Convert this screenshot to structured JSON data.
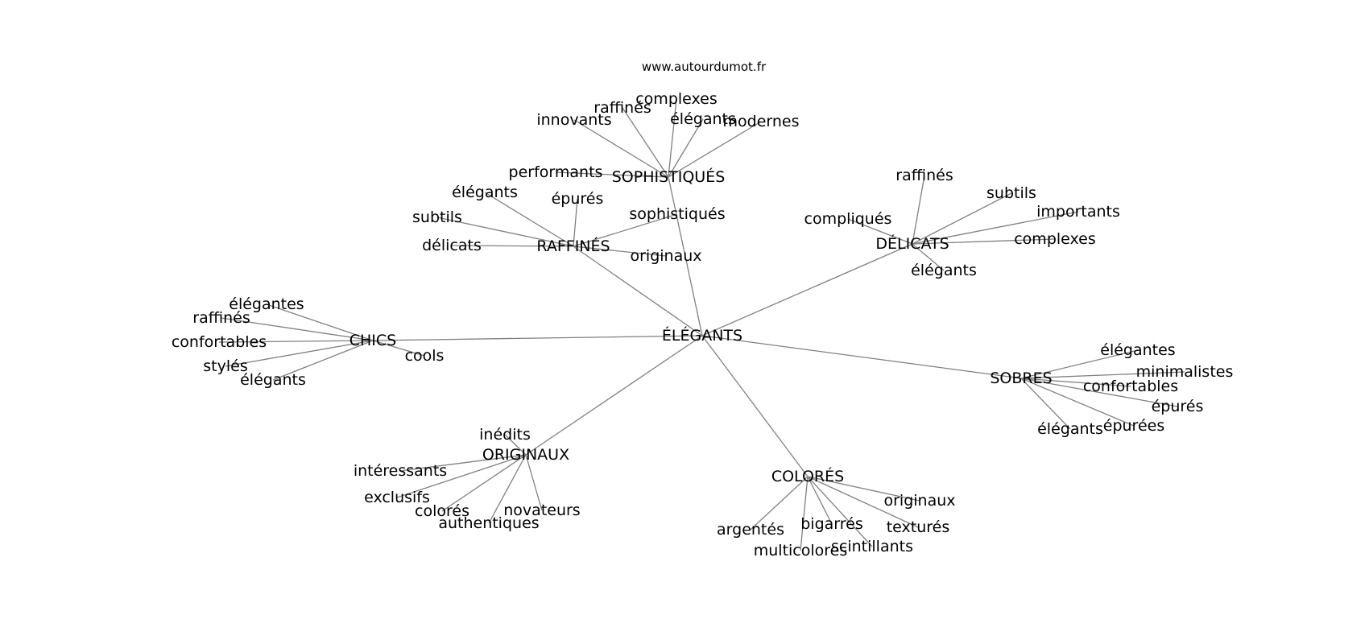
{
  "source_label": "www.autourdumot.fr",
  "center": {
    "id": "center",
    "label": "ÉLÉGANTS"
  },
  "hubs": [
    {
      "id": "sophistiques",
      "label": "SOPHISTIQUÉS",
      "leaves": [
        "complexes",
        "raffinés",
        "élégants",
        "innovants",
        "modernes",
        "performants"
      ]
    },
    {
      "id": "raffines",
      "label": "RAFFINÉS",
      "leaves": [
        "élégants",
        "épurés",
        "subtils",
        "sophistiqués",
        "délicats",
        "originaux"
      ]
    },
    {
      "id": "delicats",
      "label": "DÉLICATS",
      "leaves": [
        "raffinés",
        "subtils",
        "importants",
        "compliqués",
        "complexes",
        "élégants"
      ]
    },
    {
      "id": "chics",
      "label": "CHICS",
      "leaves": [
        "élégantes",
        "raffinés",
        "confortables",
        "cools",
        "stylés",
        "élégants"
      ]
    },
    {
      "id": "sobres",
      "label": "SOBRES",
      "leaves": [
        "élégantes",
        "minimalistes",
        "confortables",
        "épurés",
        "épurées",
        "élégants"
      ]
    },
    {
      "id": "originaux",
      "label": "ORIGINAUX",
      "leaves": [
        "inédits",
        "intéressants",
        "exclusifs",
        "colorés",
        "novateurs",
        "authentiques"
      ]
    },
    {
      "id": "colores",
      "label": "COLORÉS",
      "leaves": [
        "originaux",
        "texturés",
        "argentés",
        "bigarrés",
        "scintillants",
        "multicolores"
      ]
    }
  ]
}
